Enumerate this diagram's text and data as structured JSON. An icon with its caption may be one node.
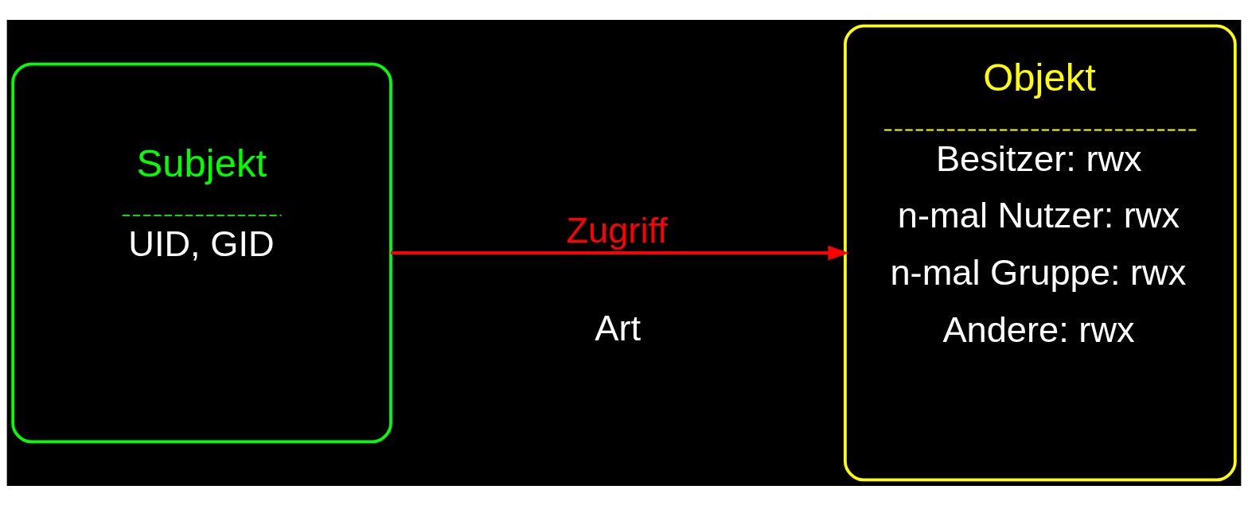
{
  "diagram": {
    "nodes": [
      {
        "text": [
          "Subjekt",
          "UID, GID"
        ]
      },
      {
        "text": [
          "Objekt",
          "Besitzer: rwx",
          "n-mal Nutzer: rwx",
          "n-mal Gruppe: rwx",
          "Andere: rwx"
        ]
      }
    ],
    "edges": [
      {
        "from": 0,
        "to": 1,
        "arrow": "to",
        "label": "Zugriff",
        "color": "#ff0000"
      }
    ],
    "labels": [
      "Art"
    ]
  }
}
